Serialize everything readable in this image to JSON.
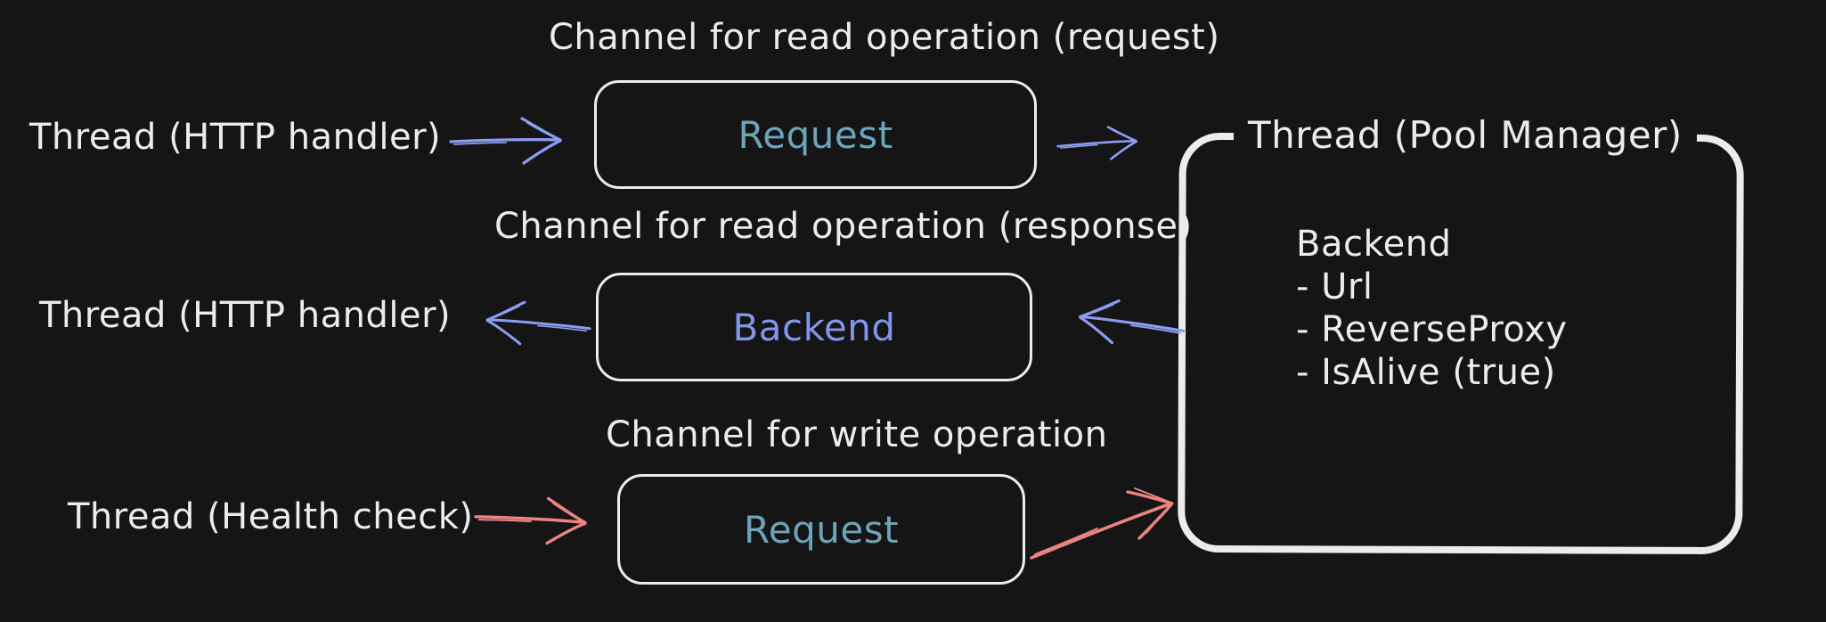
{
  "colors": {
    "background": "#151515",
    "stroke": "#ececec",
    "arrow_blue": "#8c9cf0",
    "arrow_red": "#ec8383",
    "request_text_teal": "#6da4b9",
    "backend_text_periwinkle": "#8295ea"
  },
  "rows": {
    "read_request": {
      "title": "Channel for read operation (request)",
      "source_label": "Thread (HTTP handler)",
      "box_label": "Request"
    },
    "read_response": {
      "title": "Channel for read operation (response)",
      "source_label": "Thread (HTTP handler)",
      "box_label": "Backend"
    },
    "write": {
      "title": "Channel for write operation",
      "source_label": "Thread (Health check)",
      "box_label": "Request"
    }
  },
  "pool_manager": {
    "title": "Thread (Pool Manager)",
    "content_heading": "Backend",
    "items": [
      "- Url",
      "- ReverseProxy",
      "- IsAlive (true)"
    ]
  }
}
